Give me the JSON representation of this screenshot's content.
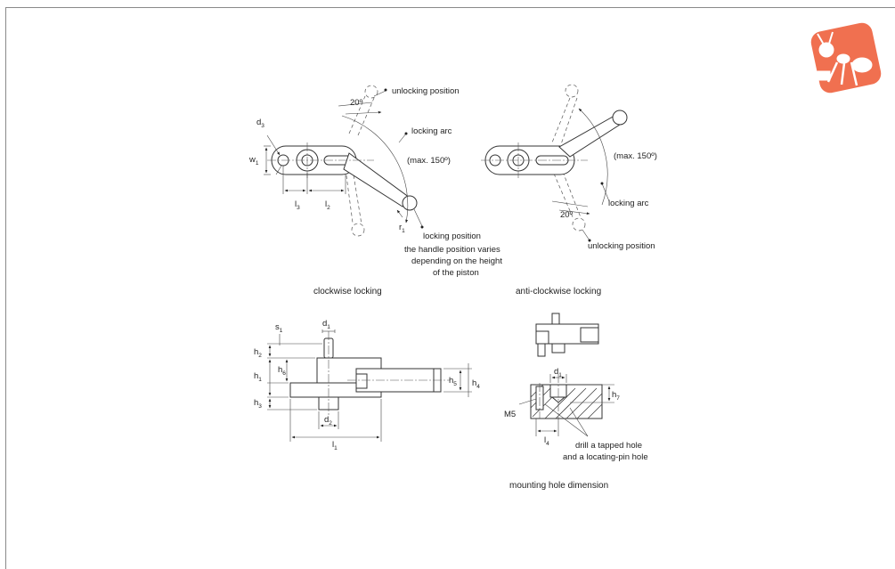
{
  "labels": {
    "unlocking_position": "unlocking position",
    "locking_arc": "locking arc",
    "max_angle": "(max. 150º)",
    "angle_20": "20º",
    "locking_position": "locking position",
    "handle_note_1": "the handle position varies",
    "handle_note_2": "depending on the height",
    "handle_note_3": "of the piston",
    "clockwise": "clockwise locking",
    "anticlockwise": "anti-clockwise locking",
    "m5": "M5",
    "drill_1": "drill a tapped hole",
    "drill_2": "and a locating-pin hole",
    "mounting": "mounting hole dimension"
  },
  "dims": {
    "d3": "d",
    "d3_sub": "3",
    "w1": "w",
    "w1_sub": "1",
    "l3": "l",
    "l3_sub": "3",
    "l2": "l",
    "l2_sub": "2",
    "r1": "r",
    "r1_sub": "1",
    "s1": "s",
    "s1_sub": "1",
    "d1": "d",
    "d1_sub": "1",
    "h2": "h",
    "h2_sub": "2",
    "h6": "h",
    "h6_sub": "6",
    "h1": "h",
    "h1_sub": "1",
    "h3": "h",
    "h3_sub": "3",
    "h5": "h",
    "h5_sub": "5",
    "h4": "h",
    "h4_sub": "4",
    "d2": "d",
    "d2_sub": "2",
    "l1": "l",
    "l1_sub": "1",
    "d1b": "d",
    "d1b_sub": "1",
    "h7": "h",
    "h7_sub": "7",
    "l4": "l",
    "l4_sub": "4"
  },
  "logo": {
    "icon": "ant-logo-icon",
    "color": "#f07050"
  }
}
